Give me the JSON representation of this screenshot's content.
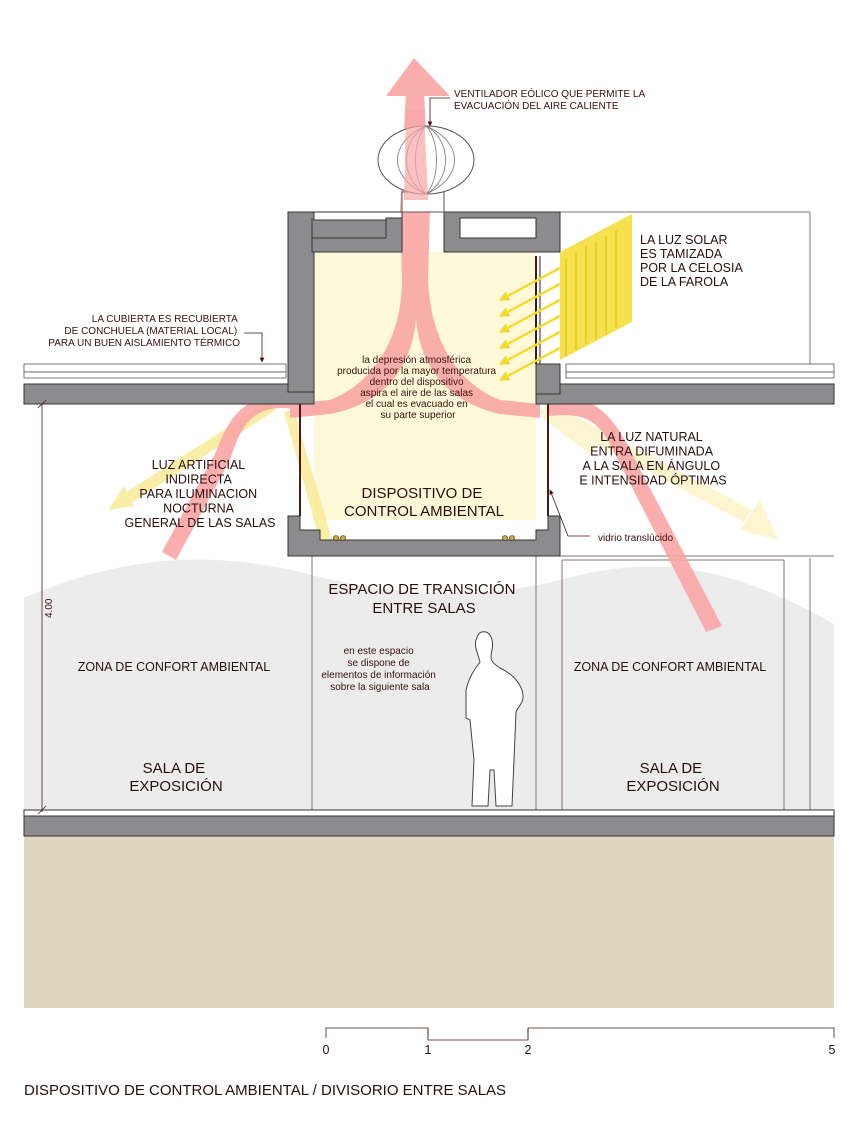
{
  "labels": {
    "ventilador": [
      "VENTILADOR EÓLICO QUE PERMITE LA",
      "EVACUACIÓN DEL AIRE CALIENTE"
    ],
    "cubierta": [
      "LA CUBIERTA ES RECUBIERTA",
      "DE CONCHUELA (MATERIAL LOCAL)",
      "PARA UN BUEN AISLAMIENTO TÉRMICO"
    ],
    "luz_solar": [
      "LA LUZ SOLAR",
      "ES TAMIZADA",
      "POR LA CELOSIA",
      "DE LA FAROLA"
    ],
    "depresion": [
      "la depresión atmosférica",
      "producida por la mayor temperatura",
      "dentro del dispositivo",
      "aspira el aire de las salas",
      "el cual es evacuado en",
      "su parte superior"
    ],
    "luz_artificial": [
      "LUZ ARTIFICIAL",
      "INDIRECTA",
      "PARA ILUMINACION",
      "NOCTURNA",
      "GENERAL DE LAS SALAS"
    ],
    "dispositivo": [
      "DISPOSITIVO DE",
      "CONTROL AMBIENTAL"
    ],
    "luz_natural": [
      "LA LUZ NATURAL",
      "ENTRA DIFUMINADA",
      "A LA SALA EN ÁNGULO",
      "E INTENSIDAD ÓPTIMAS"
    ],
    "vidrio": "vidrio translúcido",
    "transicion": [
      "ESPACIO DE TRANSICIÓN",
      "ENTRE SALAS"
    ],
    "info_espacio": [
      "en este espacio",
      "se dispone de",
      "elementos de información",
      "sobre la siguiente sala"
    ],
    "zona_confort_left": "ZONA DE CONFORT AMBIENTAL",
    "zona_confort_right": "ZONA DE CONFORT AMBIENTAL",
    "sala_left": [
      "SALA DE",
      "EXPOSICIÓN"
    ],
    "sala_right": [
      "SALA DE",
      "EXPOSICIÓN"
    ],
    "height_dim": "4.00"
  },
  "scale_bar": {
    "ticks": [
      "0",
      "1",
      "2",
      "5"
    ]
  },
  "caption": "DISPOSITIVO DE CONTROL AMBIENTAL / DIVISORIO ENTRE SALAS",
  "colors": {
    "structure": "#8c8c8e",
    "ground": "#e0d6bf",
    "comfort_zone": "#ececec",
    "device_interior": "#fdf7d4",
    "air_flow": "#f9a5a5",
    "light": "#f7e98a",
    "lattice": "#f2dc2e"
  }
}
